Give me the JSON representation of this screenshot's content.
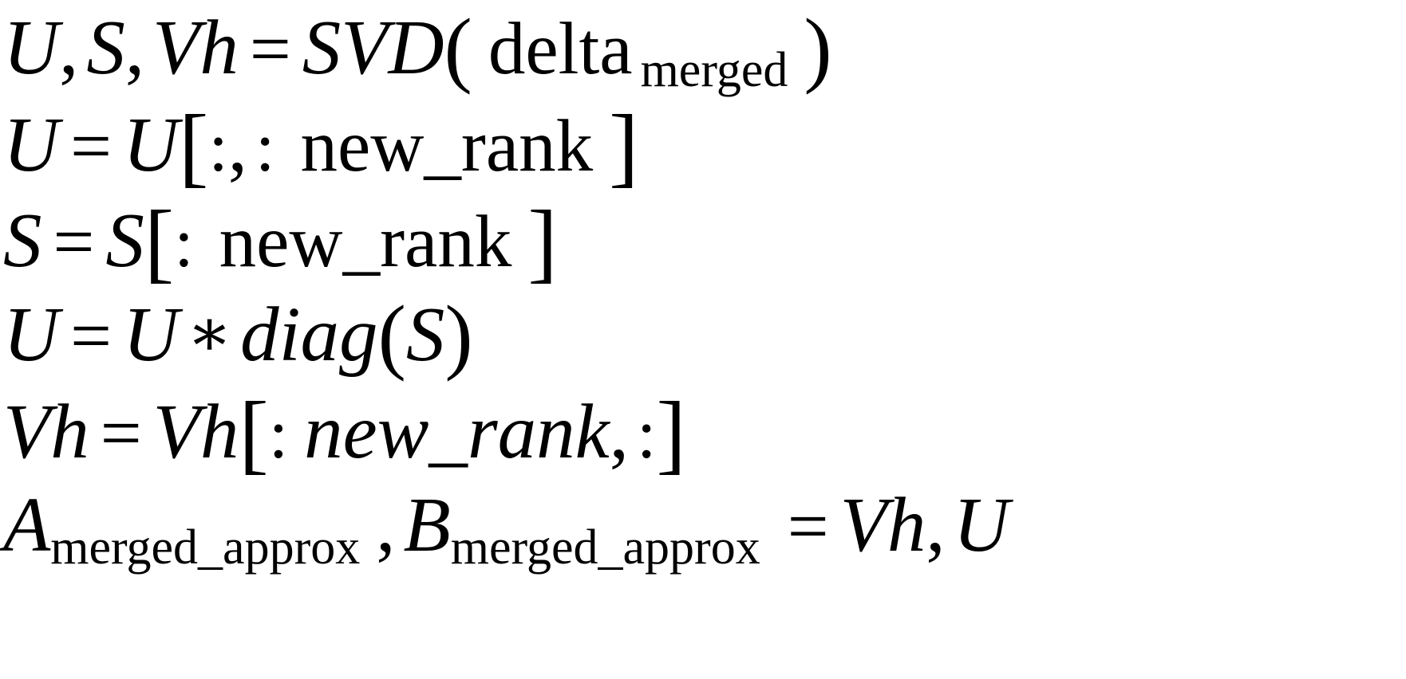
{
  "document": {
    "kind": "math-equation-block",
    "background_color": "#ffffff",
    "text_color": "#000000",
    "line_count": 6
  },
  "equations": {
    "line1": {
      "lhs_u": "U",
      "comma1": ",",
      "lhs_s": "S",
      "comma2": ",",
      "lhs_vh": "Vh",
      "equals": "=",
      "func": "SVD",
      "paren_open": "(",
      "arg": "delta",
      "arg_subscript": "merged",
      "paren_close": ")",
      "plain": "U, S, Vh = SVD( delta_merged )"
    },
    "line2": {
      "lhs": "U",
      "equals": "=",
      "rhs_var": "U",
      "bracket_open": "[",
      "colon1": ":",
      "comma": ",",
      "colon2": ":",
      "index": "new_rank",
      "bracket_close": "]",
      "plain": "U = U[:, : new_rank ]"
    },
    "line3": {
      "lhs": "S",
      "equals": "=",
      "rhs_var": "S",
      "bracket_open": "[",
      "colon": ":",
      "index": "new_rank",
      "bracket_close": "]",
      "plain": "S = S[: new_rank ]"
    },
    "line4": {
      "lhs": "U",
      "equals": "=",
      "rhs_var": "U",
      "star": "∗",
      "func": "diag",
      "paren_open": "(",
      "arg": "S",
      "paren_close": ")",
      "plain": "U = U * diag(S)"
    },
    "line5": {
      "lhs": "Vh",
      "equals": "=",
      "rhs_var": "Vh",
      "bracket_open": "[",
      "colon1": ":",
      "index": "new_rank",
      "comma": ",",
      "colon2": ":",
      "bracket_close": "]",
      "plain": "Vh = Vh[: new_rank, :]"
    },
    "line6": {
      "lhs_a": "A",
      "lhs_a_subscript": "merged_approx",
      "comma1": ",",
      "lhs_b": "B",
      "lhs_b_subscript": "merged_approx",
      "equals": "=",
      "rhs_vh": "Vh",
      "comma2": ",",
      "rhs_u": "U",
      "plain": "A_merged_approx , B_merged_approx = Vh, U"
    }
  }
}
